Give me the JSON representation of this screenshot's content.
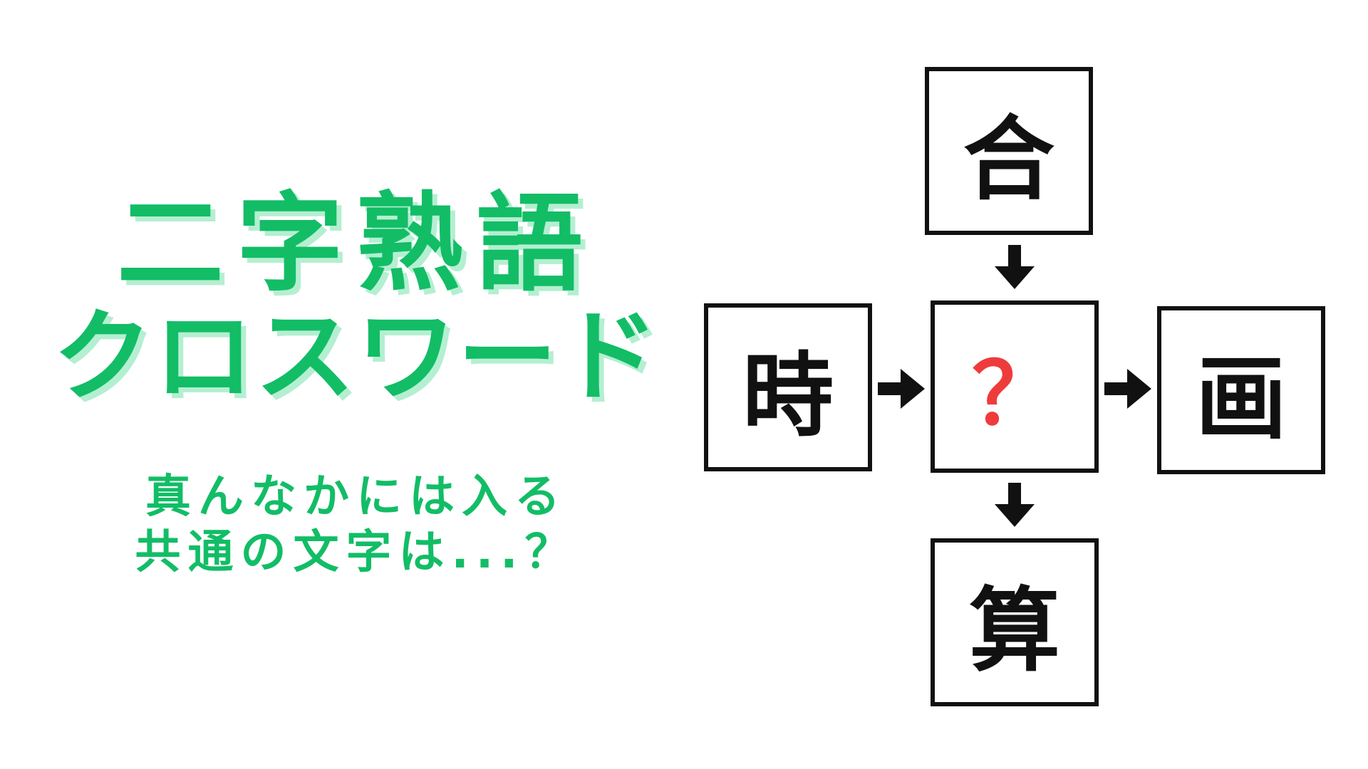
{
  "title": {
    "line1": "二字熟語",
    "line2": "クロスワード"
  },
  "subtitle": {
    "line1": "真んなかには入る",
    "line2": "共通の文字は...？"
  },
  "puzzle": {
    "top": "合",
    "left": "時",
    "center": "？",
    "right": "画",
    "bottom": "算"
  },
  "colors": {
    "title_green": "#12bd66",
    "title_shadow": "#b4efd1",
    "question_red": "#ef3b3b",
    "border_black": "#111111"
  },
  "icons": [
    "arrow-down-icon",
    "arrow-right-icon"
  ]
}
